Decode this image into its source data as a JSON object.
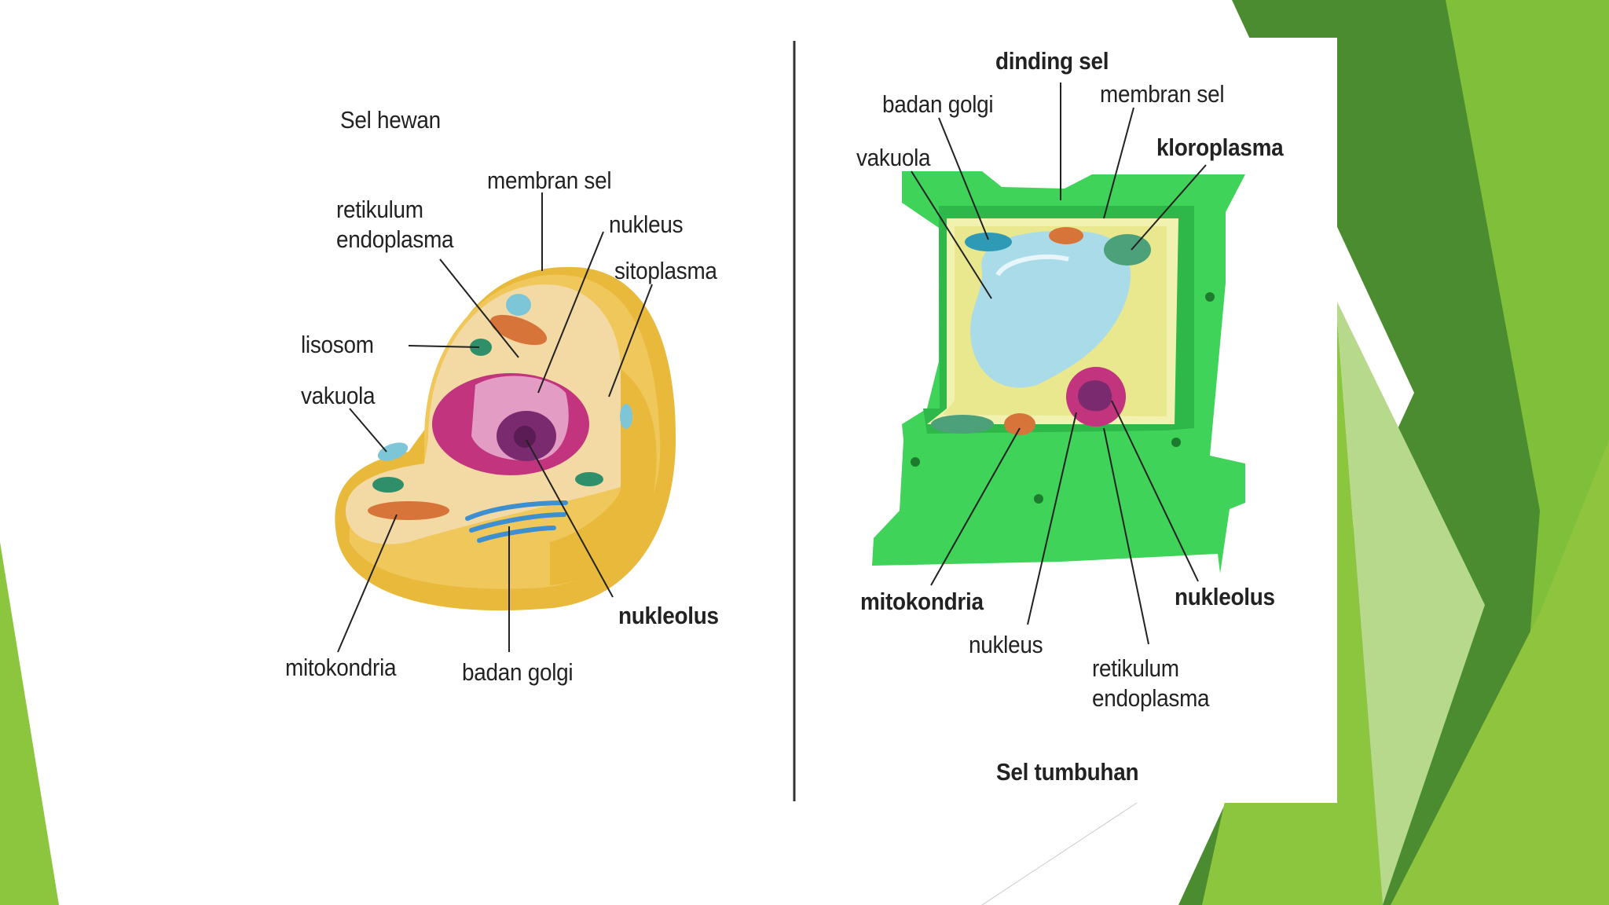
{
  "colors": {
    "background": "#ffffff",
    "accent_green_dark": "#3f7d2a",
    "accent_green_light": "#8cc63f",
    "animal_cytoplasm": "#f3d9a4",
    "animal_membrane": "#e8b93a",
    "nucleus": "#c2347e",
    "plant_wall": "#3fd35a",
    "plant_vacuole": "#a9dbe8"
  },
  "animal_cell": {
    "title": "Sel hewan",
    "labels": {
      "membran_sel": "membran sel",
      "retikulum_endoplasma": "retikulum\nendoplasma",
      "nukleus": "nukleus",
      "sitoplasma": "sitoplasma",
      "lisosom": "lisosom",
      "vakuola": "vakuola",
      "mitokondria": "mitokondria",
      "badan_golgi": "badan golgi",
      "nukleolus": "nukleolus"
    }
  },
  "plant_cell": {
    "title": "Sel tumbuhan",
    "labels": {
      "dinding_sel": "dinding sel",
      "badan_golgi": "badan golgi",
      "membran_sel": "membran sel",
      "vakuola": "vakuola",
      "kloroplasma": "kloroplasma",
      "mitokondria": "mitokondria",
      "nukleolus": "nukleolus",
      "nukleus": "nukleus",
      "retikulum_endoplasma": "retikulum\nendoplasma"
    }
  }
}
